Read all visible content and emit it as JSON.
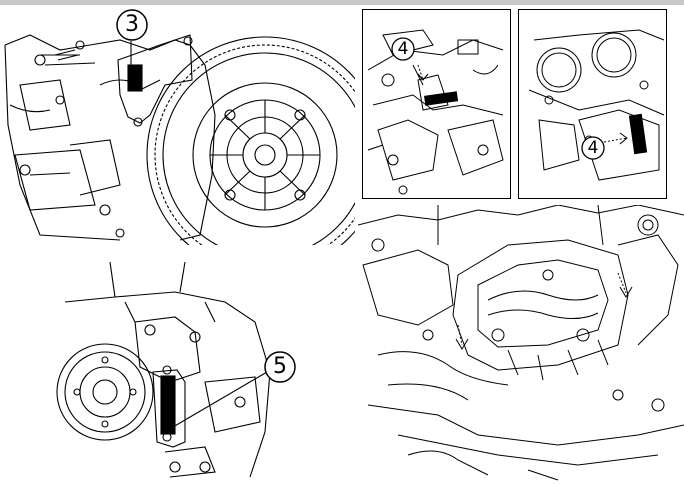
{
  "colors": {
    "ink": "#000000",
    "paper": "#ffffff",
    "top_bar": "#c9c9c9"
  },
  "callouts": {
    "flywheel": "3",
    "inset_left": "4",
    "inset_right": "4",
    "crank": "5"
  }
}
